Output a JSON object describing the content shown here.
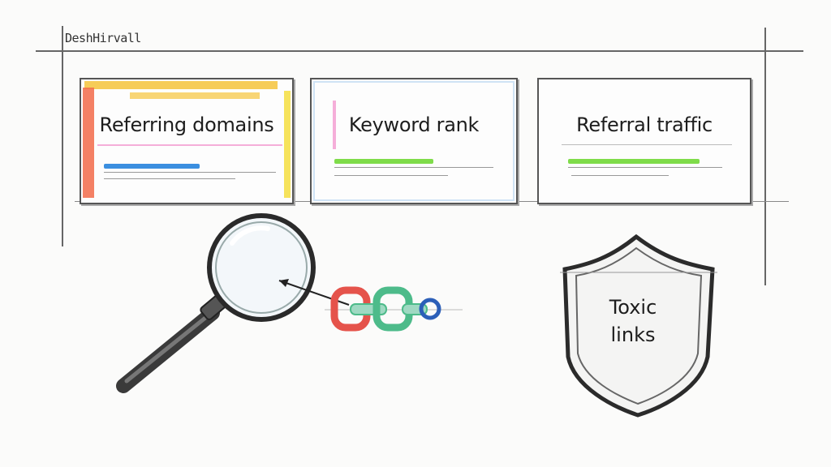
{
  "page": {
    "title": "DeshHirvall"
  },
  "cards": [
    {
      "label": "Referring domains",
      "accent": "#f26b4a",
      "bar": "#3b8fe0"
    },
    {
      "label": "Keyword rank",
      "accent": "#f29ad0",
      "bar": "#7fdc4a"
    },
    {
      "label": "Referral traffic",
      "accent": "#aaaaaa",
      "bar": "#7fdc4a"
    }
  ],
  "shield": {
    "line1": "Toxic",
    "line2": "links"
  },
  "icons": {
    "magnifier": "magnifying-glass-icon",
    "chain": "link-chain-icon",
    "shield": "shield-icon"
  },
  "colors": {
    "chain_red": "#e5534b",
    "chain_green": "#4dbb8a",
    "chain_blue": "#2c5fb8",
    "highlight_yellow": "#f5c33b"
  }
}
